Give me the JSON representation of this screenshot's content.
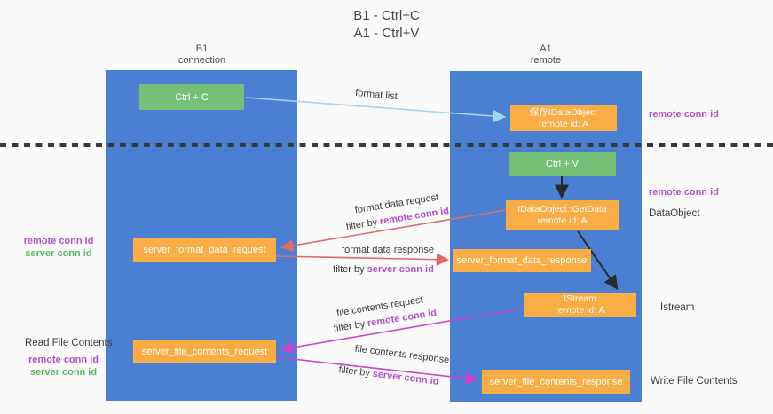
{
  "title": {
    "line1": "B1 - Ctrl+C",
    "line2": "A1 - Ctrl+V"
  },
  "columns": {
    "left": {
      "name": "B1",
      "sub": "connection"
    },
    "right": {
      "name": "A1",
      "sub": "remote"
    }
  },
  "boxes": {
    "ctrl_c": "Ctrl + C",
    "ctrl_v": "Ctrl + V",
    "saved_idataobject": {
      "line1": "保存IDataObject",
      "line2": "remote id: A"
    },
    "getdata": {
      "line1": "IDataObject::GetData",
      "line2": "remote id: A"
    },
    "istream": {
      "line1": "IStream",
      "line2": "remote id: A"
    },
    "format_request": "server_format_data_request",
    "format_response": "server_format_data_response",
    "file_request": "server_file_contents_request",
    "file_response": "server_file_contents_response"
  },
  "arrow_labels": {
    "format_list": "format list",
    "format_data_request": "format data request",
    "format_data_response": "format data response",
    "file_contents_request": "file contents request",
    "file_contents_response": "file contents response",
    "filter_by": "filter by",
    "remote_conn_id": "remote conn id",
    "server_conn_id": "server conn id"
  },
  "side_labels": {
    "remote_conn_id": "remote conn id",
    "server_conn_id": "server conn id",
    "dataobject": "DataObject",
    "istream": "Istream",
    "read_file_contents": "Read File Contents",
    "write_file_contents": "Write File Contents"
  },
  "colors": {
    "column_blue": "#4a80d4",
    "box_orange": "#f9ad44",
    "box_green": "#74c077",
    "arrow_blue": "#a5d3f2",
    "arrow_red": "#e06a6a",
    "arrow_magenta": "#cb45cb",
    "arrow_black": "#2b2b2b",
    "conn_id_purple": "#b450c8",
    "conn_id_green": "#5cb85c"
  }
}
